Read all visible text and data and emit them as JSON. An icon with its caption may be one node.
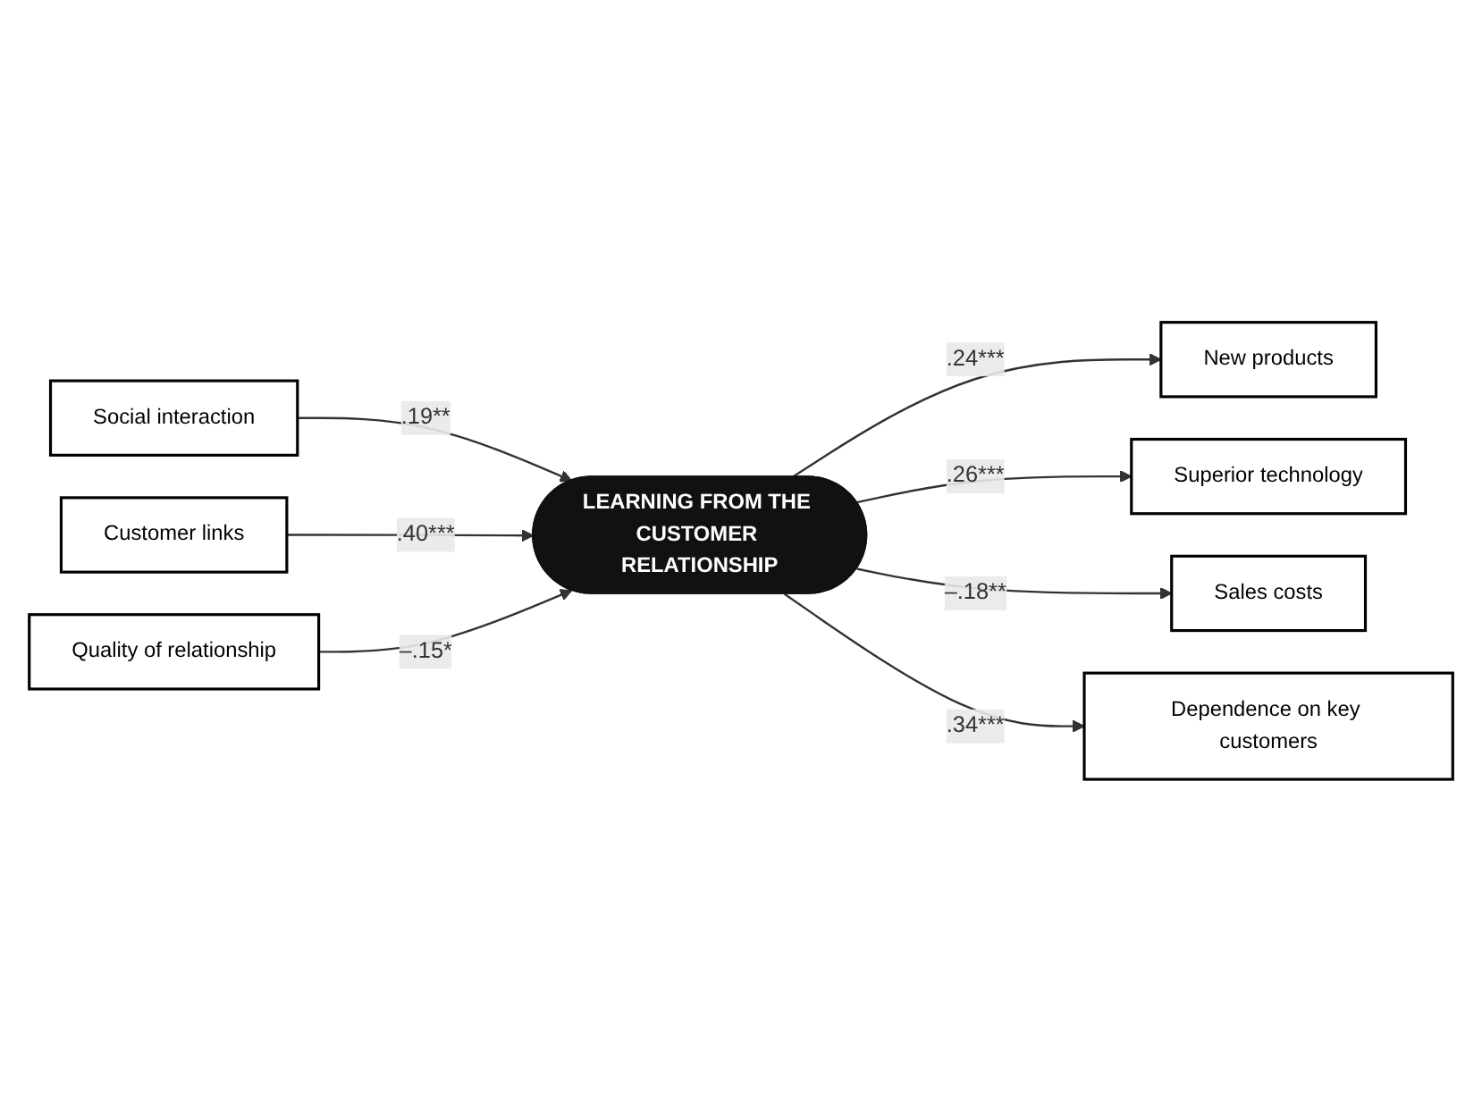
{
  "diagram": {
    "nodes": [
      {
        "text": [
          "Social interaction"
        ]
      },
      {
        "text": [
          "Customer links"
        ]
      },
      {
        "text": [
          "Quality of relationship"
        ]
      },
      {
        "text": [
          "LEARNING FROM THE CUSTOMER RELATIONSHIP"
        ]
      },
      {
        "text": [
          "New products"
        ]
      },
      {
        "text": [
          "Superior technology"
        ]
      },
      {
        "text": [
          "Sales costs"
        ]
      },
      {
        "text": [
          "Dependence on key customers"
        ]
      }
    ],
    "edges": [
      {
        "from": 0,
        "to": 3,
        "arrow": "to",
        "label": ".19**"
      },
      {
        "from": 1,
        "to": 3,
        "arrow": "to",
        "label": ".40***"
      },
      {
        "from": 2,
        "to": 3,
        "arrow": "to",
        "label": "–.15*"
      },
      {
        "from": 3,
        "to": 4,
        "arrow": "to",
        "label": ".24***"
      },
      {
        "from": 3,
        "to": 5,
        "arrow": "to",
        "label": ".26***"
      },
      {
        "from": 3,
        "to": 6,
        "arrow": "to",
        "label": "–.18**"
      },
      {
        "from": 3,
        "to": 7,
        "arrow": "to",
        "label": ".34***"
      }
    ]
  }
}
